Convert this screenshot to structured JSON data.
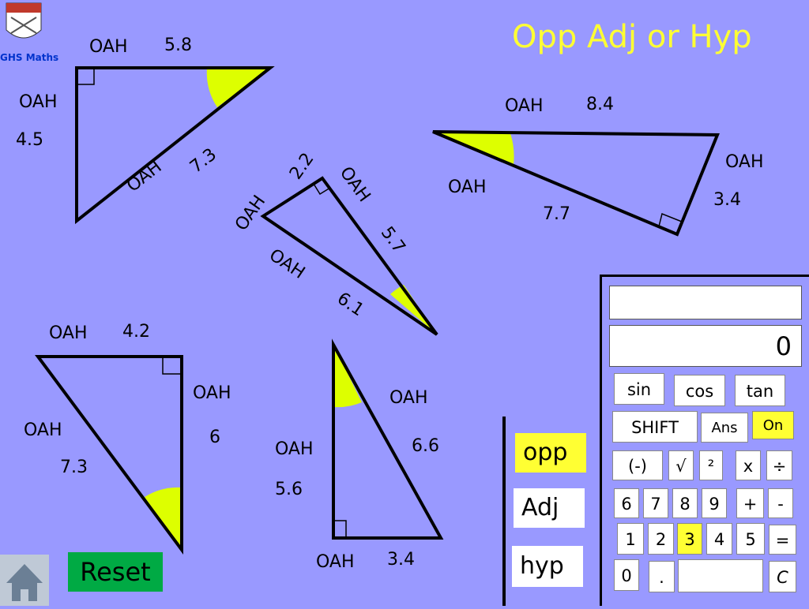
{
  "title": "Opp Adj or Hyp",
  "logo_text": "GHS Maths",
  "triangles": {
    "t1": {
      "top_word": "OAH",
      "top_num": "5.8",
      "left_word": "OAH",
      "left_num": "4.5",
      "hyp_word": "OAH",
      "hyp_num": "7.3"
    },
    "t2": {
      "a_word": "OAH",
      "a_num": "2.2",
      "b_word": "OAH",
      "b_num": "5.7",
      "c_word": "OAH",
      "c_num": "6.1"
    },
    "t3": {
      "top_word": "OAH",
      "top_num": "8.4",
      "right_word": "OAH",
      "right_num": "3.4",
      "bottom_word": "OAH",
      "bottom_num": "7.7"
    },
    "t4": {
      "top_word": "OAH",
      "top_num": "4.2",
      "right_word": "OAH",
      "right_num": "6",
      "hyp_word": "OAH",
      "hyp_num": "7.3"
    },
    "t5": {
      "right_word": "OAH",
      "right_num": "6.6",
      "left_word": "OAH",
      "left_num": "5.6",
      "bottom_word": "OAH",
      "bottom_num": "3.4"
    }
  },
  "answers": {
    "opp": "opp",
    "adj": "Adj",
    "hyp": "hyp"
  },
  "reset_label": "Reset",
  "calculator": {
    "display_top": "",
    "display_value": "0",
    "keys": {
      "sin": "sin",
      "cos": "cos",
      "tan": "tan",
      "shift": "SHIFT",
      "ans": "Ans",
      "on": "On",
      "neg": "(-)",
      "sqrt": "√",
      "sq": "²",
      "mul": "x",
      "div": "÷",
      "k6": "6",
      "k7": "7",
      "k8": "8",
      "k9": "9",
      "plus": "+",
      "minus": "-",
      "k1": "1",
      "k2": "2",
      "k3": "3",
      "k4": "4",
      "k5": "5",
      "eq": "=",
      "k0": "0",
      "dot": ".",
      "clear": "C"
    }
  },
  "colors": {
    "background": "#9999ff",
    "title": "#ffff33",
    "angle": "#ddff00",
    "reset": "#00aa44",
    "highlight": "#ffff33"
  }
}
